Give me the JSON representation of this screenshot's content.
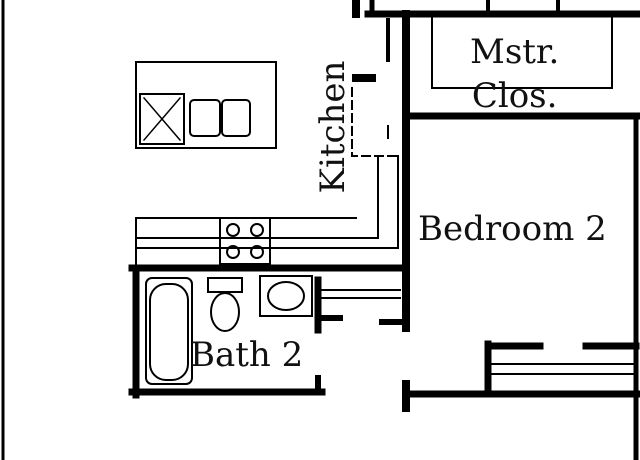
{
  "rooms": {
    "kitchen": "Kitchen",
    "master_closet_line1": "Mstr.",
    "master_closet_line2": "Clos.",
    "bedroom_2": "Bedroom 2",
    "bath_2": "Bath 2"
  },
  "colors": {
    "wall": "#000000",
    "fixture": "#333333",
    "background": "#ffffff"
  }
}
